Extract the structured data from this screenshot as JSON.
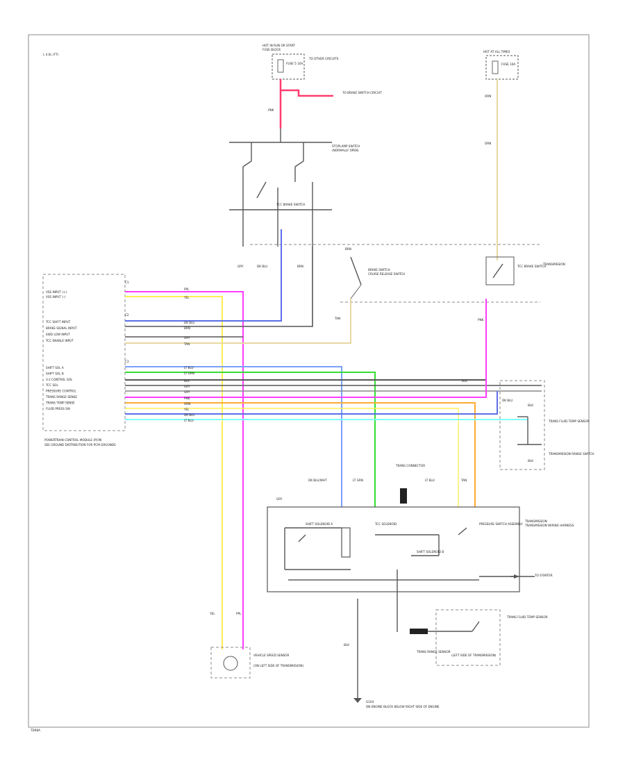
{
  "diagram": {
    "corner_tag": "L 4.0L (FT)",
    "footer_code": "TD98A",
    "fuse_block_top": "HOT IN RUN OR START",
    "fuse_block_top_fuse": "FUSE 5 10A",
    "fuse_block_top_panel": "FUSE BLOCK",
    "fuse_note": "TO OTHER CIRCUITS",
    "splice_note": "TO BRAKE SWITCH CIRCUIT",
    "brake_switch": "STOPLAMP SWITCH",
    "brake_switch_sub": "(NORMALLY OPEN)",
    "hot_at_all_times": "HOT AT ALL TIMES",
    "fuse_right": "FUSE 10A",
    "pcm_title": "POWERTRAIN CONTROL MODULE (PCM)",
    "pcm_note": "SEE GROUND DISTRIBUTION FOR PCM GROUNDS",
    "pcm_pins_upper": [
      "VSS INPUT (+)",
      "VSS INPUT (-)"
    ],
    "pcm_pins_middle": [
      "TCC SHIFT INPUT",
      "BRAKE SIGNAL INPUT",
      "4WD LOW INPUT",
      "TCC ENABLE INPUT"
    ],
    "pcm_pins_lower": [
      "SHIFT SOL A",
      "SHIFT SOL B",
      "3-2 CONTROL SOL",
      "TCC SOL",
      "PRESSURE CONTROL",
      "TRANS RANGE SENSE",
      "TRANS TEMP SENSE",
      "FLUID PRESS SW"
    ],
    "wire_colors": [
      "PPL",
      "YEL",
      "DK BLU",
      "BRN",
      "LT BLU",
      "LT GRN",
      "TAN",
      "PNK",
      "GRY",
      "BLK",
      "ORN"
    ],
    "brake_sw_module": "BRAKE SWITCH",
    "tcc_switch": "TCC BRAKE SWITCH",
    "cruise_switch": "CRUISE RELEASE SWITCH",
    "trans_label": "TRANSMISSION",
    "trans_range_sw": "TRANSMISSION RANGE SWITCH",
    "sensor_right": "TRANS FLUID TEMP SENSOR",
    "speed_sensor": "VEHICLE SPEED SENSOR",
    "speed_sensor_sub": "(ON LEFT SIDE OF TRANSMISSION)",
    "solenoid_a": "SHIFT SOLENOID A",
    "solenoid_b": "SHIFT SOLENOID B",
    "solenoid_tcc": "TCC SOLENOID",
    "trans_harness": "TRANSMISSION WIRING HARNESS",
    "ground_label": "G104",
    "ground_sub": "ON ENGINE BLOCK BELOW RIGHT SIDE OF ENGINE",
    "sensor_bottom": "TRANS RANGE SENSOR",
    "sensor_bottom_sub": "(LEFT SIDE OF TRANSMISSION)",
    "pressure_sw": "PRESSURE SWITCH ASSEMBLY",
    "to_starter": "TO STARTER"
  },
  "colors": {
    "pink": "#ff3c6e",
    "magenta": "#ff3cff",
    "yellow": "#ffee55",
    "blue": "#5a6ee8",
    "tan": "#e8d8a0",
    "lt_blue": "#7aa0ff",
    "green": "#33dd33",
    "orange": "#ffaa33",
    "cyan": "#80ffff",
    "dark": "#555555"
  }
}
